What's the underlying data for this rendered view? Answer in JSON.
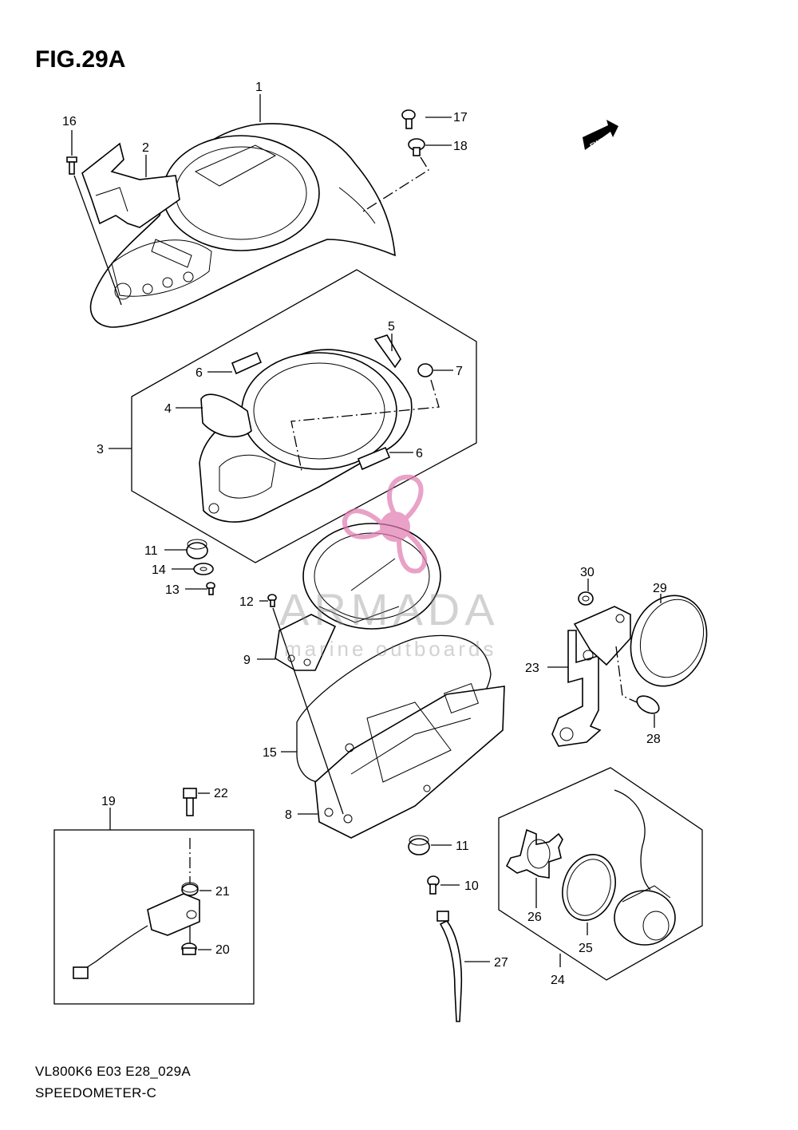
{
  "figure_title": "FIG.29A",
  "fwd_label": "FWD",
  "footer": {
    "model_code": "VL800K6 E03 E28_029A",
    "assembly_name": "SPEEDOMETER-C"
  },
  "watermark": {
    "brand": "ARMADA",
    "tagline": "marine outboards"
  },
  "callouts": {
    "p1": "1",
    "p2": "2",
    "p3": "3",
    "p4": "4",
    "p5": "5",
    "p6a": "6",
    "p6b": "6",
    "p7": "7",
    "p8": "8",
    "p9": "9",
    "p10": "10",
    "p11a": "11",
    "p11b": "11",
    "p12": "12",
    "p13": "13",
    "p14": "14",
    "p15": "15",
    "p16": "16",
    "p17": "17",
    "p18": "18",
    "p19": "19",
    "p20": "20",
    "p21": "21",
    "p22": "22",
    "p23": "23",
    "p24": "24",
    "p25": "25",
    "p26": "26",
    "p27": "27",
    "p28": "28",
    "p29": "29",
    "p30": "30"
  },
  "colors": {
    "line": "#000000",
    "watermark_pink": "#e07ab0",
    "watermark_gray": "#8a8a8a"
  }
}
